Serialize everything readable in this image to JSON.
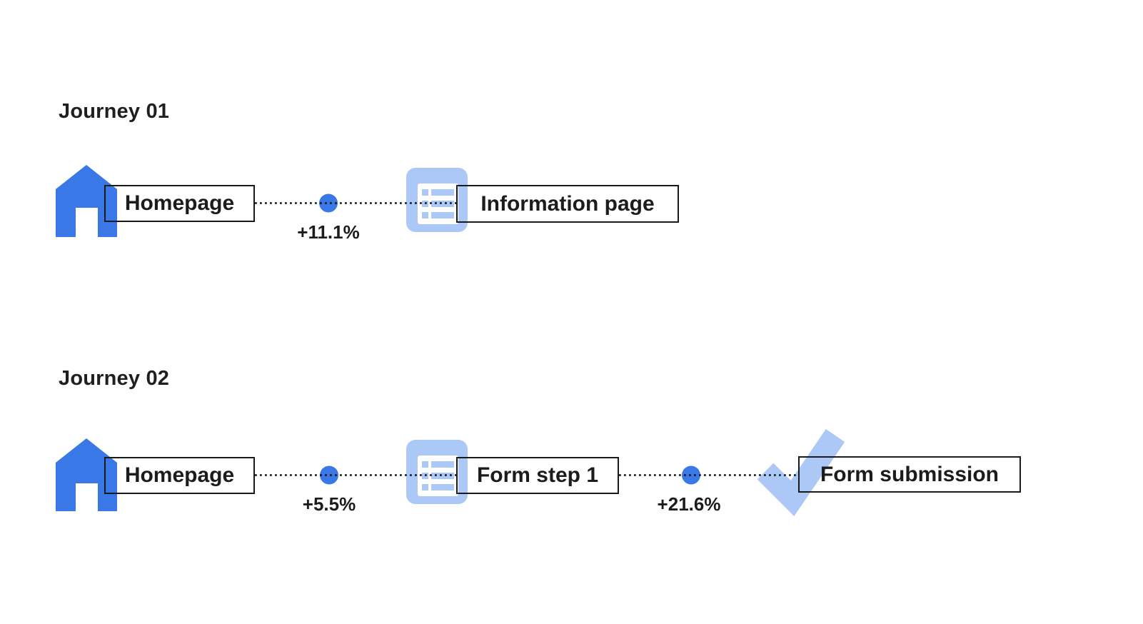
{
  "colors": {
    "primary_blue": "#3B78E7",
    "light_blue": "#ABC8F7",
    "connector_black": "#141414",
    "text_black": "#1C1C1C",
    "box_border": "#1A1A1A",
    "background": "#FFFFFF"
  },
  "journeys": [
    {
      "title": "Journey 01",
      "steps": [
        {
          "label": "Homepage",
          "icon": "home-icon"
        },
        {
          "label": "Information page",
          "icon": "list-page-icon"
        }
      ],
      "transitions": [
        {
          "delta": "+11.1%"
        }
      ]
    },
    {
      "title": "Journey 02",
      "steps": [
        {
          "label": "Homepage",
          "icon": "home-icon"
        },
        {
          "label": "Form step 1",
          "icon": "list-page-icon"
        },
        {
          "label": "Form submission",
          "icon": "checkmark-icon"
        }
      ],
      "transitions": [
        {
          "delta": "+5.5%"
        },
        {
          "delta": "+21.6%"
        }
      ]
    }
  ]
}
